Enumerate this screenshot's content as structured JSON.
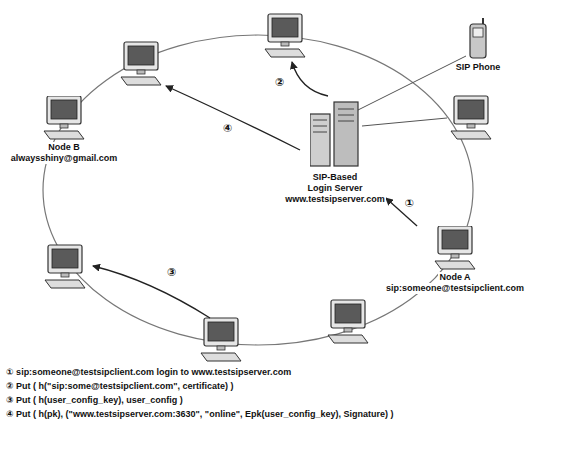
{
  "diagram": {
    "nodes": [
      {
        "text": [
          "SIP Phone"
        ]
      },
      {
        "text": [
          "Node B",
          "alwaysshiny@gmail.com"
        ]
      },
      {
        "text": [
          "SIP-Based Login Server",
          "www.testsipserver.com"
        ]
      },
      {
        "text": [
          "Node A",
          "sip:someone@testsipclient.com"
        ]
      }
    ],
    "edges": [
      {
        "from": 3,
        "to": 2,
        "arrow": "to",
        "label": "①"
      }
    ],
    "labels": [
      "②",
      "③",
      "④",
      "① sip:someone@testsipclient.com login to www.testsipserver.com",
      "② Put ( h(\"sip:some@testsipclient.com\", certificate) )",
      "③ Put ( h(user_config_key), user_config )",
      "④ Put ( h(pk), (\"www.testsipserver.com:3630\", \"online\", Epk(user_config_key), Signature) )"
    ]
  }
}
